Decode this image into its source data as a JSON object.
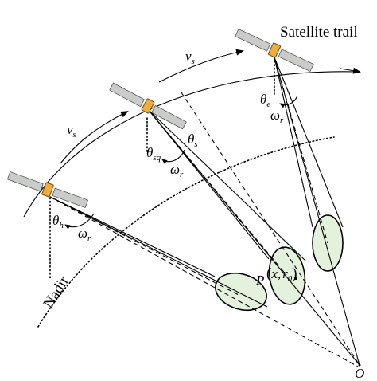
{
  "labels": {
    "trail": "Satellite trail",
    "nadir": "Nadir",
    "velocity_symbol": "v",
    "velocity_sub": "s",
    "omega": "ω",
    "omega_sub": "r",
    "theta": "θ",
    "theta_h_sub": "h",
    "theta_sq_sub": "sq",
    "theta_s_sub": "s",
    "theta_e_sub": "e",
    "point_p": "P",
    "coord_open": "(",
    "coord_x": "x",
    "coord_comma": ",",
    "coord_r": "r",
    "coord_r_sub": "0",
    "coord_close": ")",
    "origin": "O"
  },
  "colors": {
    "footprint_fill": "#e4f1dc",
    "satellite_body": "#f0ad3a",
    "solar_panel": "#c9ccc9"
  }
}
